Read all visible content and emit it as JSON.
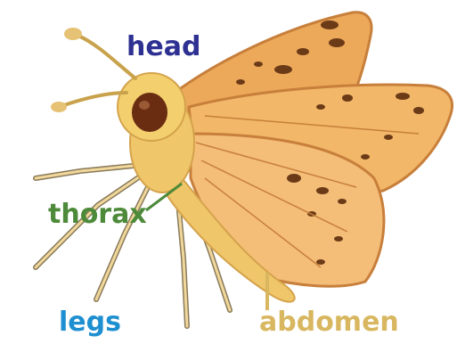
{
  "labels": {
    "head": "head",
    "thorax": "thorax",
    "legs": "legs",
    "abdomen": "abdomen"
  },
  "colors": {
    "head": "#2e3192",
    "thorax": "#4d8a3a",
    "legs": "#1e8fd0",
    "abdomen": "#d8b760",
    "wing": "#eda95a",
    "wing_edge": "#c77f3b",
    "body": "#f0c66a",
    "spots": "#6b3a17",
    "eye": "#6a2d12"
  }
}
